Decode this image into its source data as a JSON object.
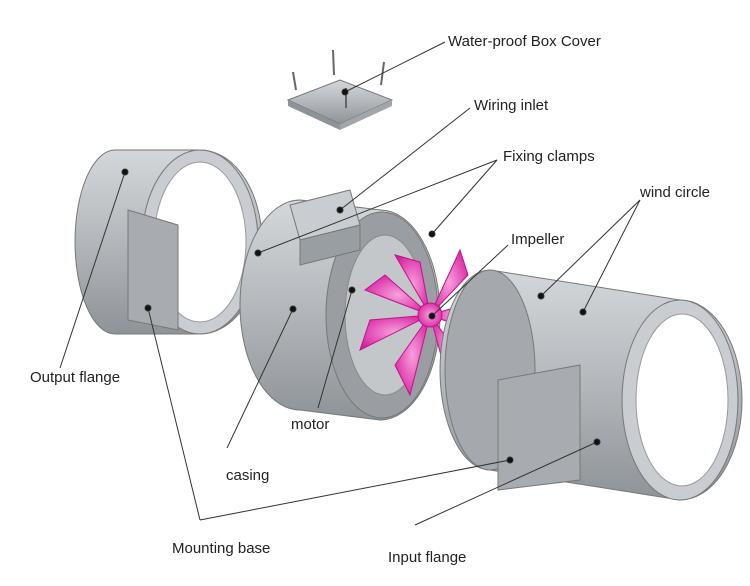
{
  "labels": {
    "box_cover": "Water-proof  Box Cover",
    "wiring_inlet": "Wiring inlet",
    "fixing_clamps": "Fixing clamps",
    "wind_circle": "wind circle",
    "impeller": "Impeller",
    "output_flange": "Output flange",
    "motor": "motor",
    "casing": "casing",
    "mounting_base": "Mounting base",
    "input_flange": "Input flange"
  },
  "colors": {
    "metal": "#b8bcc0",
    "metal_dark": "#8d9296",
    "impeller": "#e040b0"
  }
}
